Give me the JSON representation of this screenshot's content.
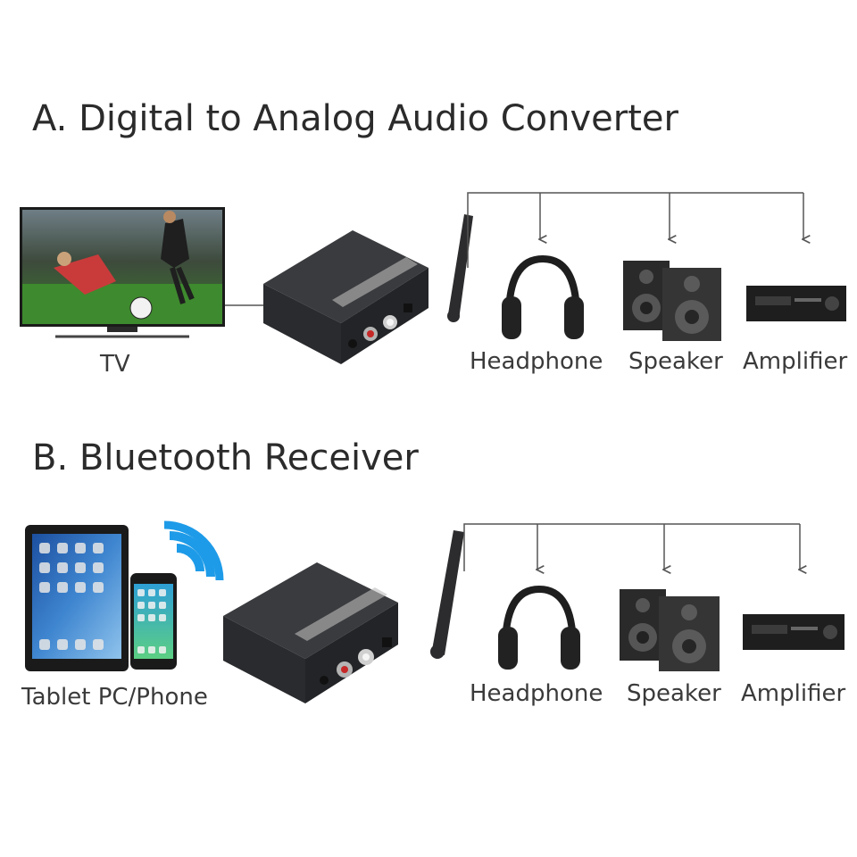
{
  "section_a": {
    "title": "A. Digital to Analog Audio Converter",
    "source_label": "TV",
    "outputs": [
      "Headphone",
      "Speaker",
      "Amplifier"
    ]
  },
  "section_b": {
    "title": "B. Bluetooth Receiver",
    "source_label": "Tablet PC/Phone",
    "outputs": [
      "Headphone",
      "Speaker",
      "Amplifier"
    ]
  },
  "colors": {
    "device_body": "#2f3033",
    "line": "#555555",
    "bluetooth": "#1e9be8"
  }
}
